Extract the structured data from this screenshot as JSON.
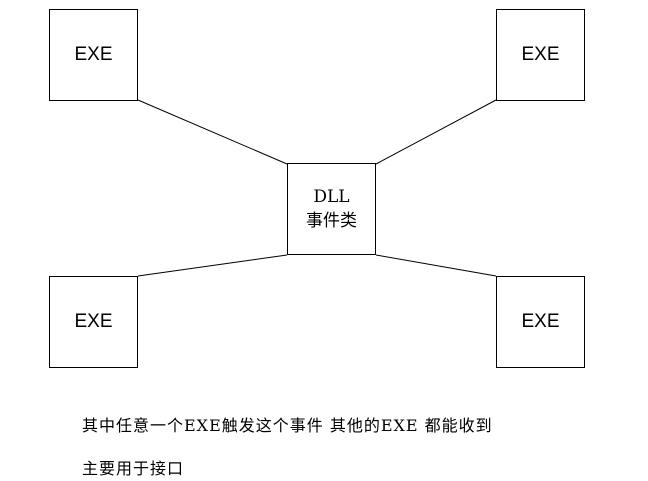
{
  "nodes": {
    "top_left": "EXE",
    "top_right": "EXE",
    "bottom_left": "EXE",
    "bottom_right": "EXE",
    "center_line1": "DLL",
    "center_line2": "事件类"
  },
  "captions": {
    "line1": "其中任意一个EXE触发这个事件 其他的EXE 都能收到",
    "line2": "主要用于接口"
  },
  "colors": {
    "stroke": "#000000",
    "background": "#ffffff"
  }
}
